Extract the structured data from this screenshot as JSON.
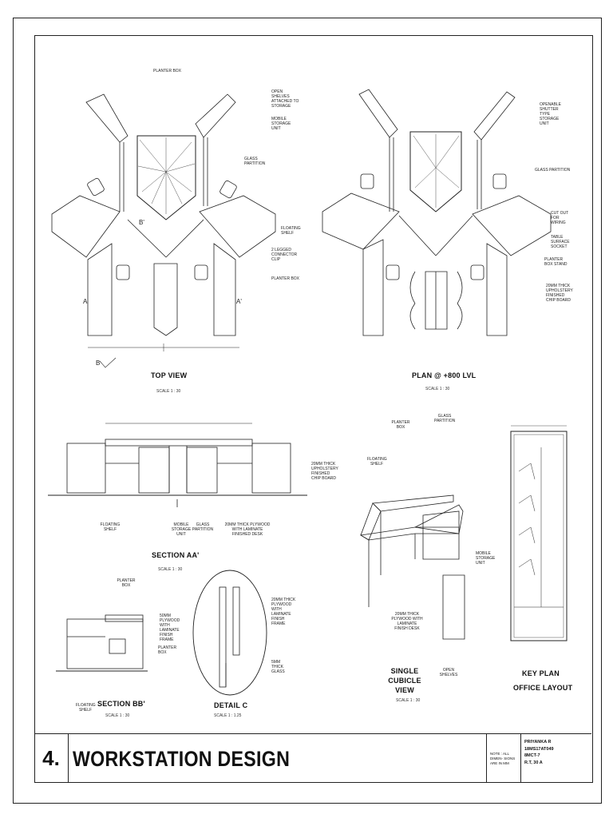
{
  "sheet": {
    "number": "4.",
    "title": "WORKSTATION DESIGN",
    "note": "NOTE : ALL DIMEN- SIONS ARE IN MM",
    "info": [
      "PRIYANKA R",
      "18MS17AT049",
      "8MCT-7",
      "R.T, 30 A"
    ]
  },
  "top_view": {
    "title": "TOP VIEW",
    "scale": "SCALE 1 : 30",
    "labels": {
      "planter_box": "PLANTER BOX",
      "open_shelves": "OPEN SHELVES ATTACHED TO STORAGE",
      "mobile_storage": "MOBILE STORAGE UNIT",
      "glass_partition": "GLASS PARTITION",
      "floating_shelf": "FLOATING SHELF",
      "connector": "2 LEGGED CONNECTOR CLIP",
      "planter_box2": "PLANTER BOX"
    },
    "markers": {
      "a": "A",
      "a2": "A'",
      "b": "B",
      "b2": "B'"
    }
  },
  "plan": {
    "title": "PLAN @ +800 LVL",
    "scale": "SCALE 1 : 30",
    "labels": {
      "openable": "OPENABLE SHUTTER TYPE STORAGE UNIT",
      "glass": "GLASS PARTITION",
      "cutout": "CUT OUT FOR WIRING",
      "socket": "TABLE SURFACE SOCKET",
      "stand": "PLANTER BOX STAND",
      "board": "20MM THICK UPHOLSTERY FINISHED CHIP BOARD"
    }
  },
  "section_aa": {
    "title": "SECTION AA'",
    "scale": "SCALE 1 : 30",
    "labels": {
      "floating": "FLOATING SHELF",
      "mobile": "MOBILE STORAGE UNIT",
      "glass": "GLASS PARTITION",
      "plywood": "20MM THICK PLYWOOD WITH LAMINATE FINISHED DESK",
      "board": "20MM THICK UPHOLSTERY FINISHED CHIP BOARD"
    }
  },
  "section_bb": {
    "title": "SECTION BB'",
    "scale": "SCALE 1 : 30",
    "labels": {
      "planter": "PLANTER BOX",
      "plywood": "50MM PLYWOOD WITH LAMINATE FINISH FRAME",
      "planter2": "PLANTER BOX",
      "floating": "FLOATING SHELF"
    }
  },
  "detail_c": {
    "title": "DETAIL C",
    "scale": "SCALE 1 : 1.25",
    "labels": {
      "plywood": "20MM THICK PLYWOOD WITH LAMINATE FINISH FRAME",
      "glass": "5MM THICK GLASS"
    }
  },
  "cubicle": {
    "title": "SINGLE CUBICLE VIEW",
    "scale": "SCALE 1 : 30",
    "labels": {
      "planter": "PLANTER BOX",
      "glass": "GLASS PARTITION",
      "floating": "FLOATING SHELF",
      "mobile": "MOBILE STORAGE UNIT",
      "plywood": "20MM THICK PLYWOOD WITH LAMINATE FINISH DESK",
      "open": "OPEN SHELVES"
    }
  },
  "key_plan": {
    "title": "KEY PLAN",
    "subtitle": "OFFICE LAYOUT"
  }
}
